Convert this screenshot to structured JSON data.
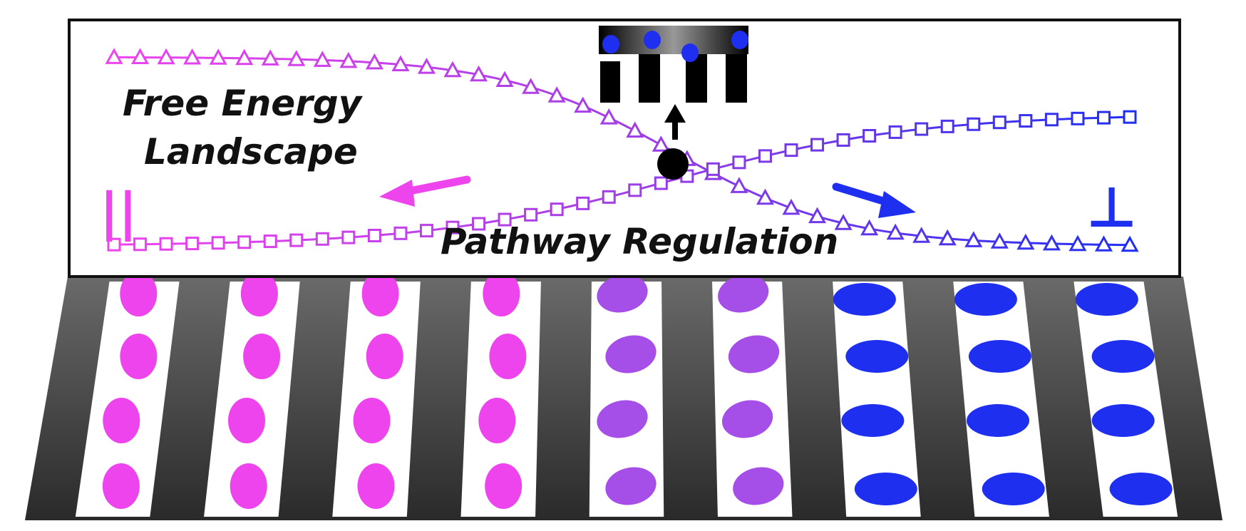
{
  "panel": {
    "title_line1": "Free Energy",
    "title_line2": "Landscape",
    "bottom_label": "Pathway Regulation",
    "left_symbol": "||",
    "right_symbol": "⊥"
  },
  "colors": {
    "parallel": "#ee44ee",
    "mid": "#a23ee6",
    "perpendicular": "#1f2ff0",
    "dark_stripe": "#3b3b3b",
    "lamella": "#ffffff"
  },
  "curves": [
    {
      "marker": "triangle",
      "trend": "descending",
      "from_state": "parallel",
      "to_state": "perpendicular"
    },
    {
      "marker": "square",
      "trend": "ascending",
      "from_state": "parallel",
      "to_state": "perpendicular"
    }
  ],
  "icons": [
    "left-arrow-icon",
    "right-arrow-icon",
    "up-arrow-icon",
    "transition-state-icon",
    "intermediate-structure-icon"
  ],
  "lamellae": [
    {
      "orientation": "parallel"
    },
    {
      "orientation": "parallel"
    },
    {
      "orientation": "parallel"
    },
    {
      "orientation": "parallel"
    },
    {
      "orientation": "mixed"
    },
    {
      "orientation": "mixed"
    },
    {
      "orientation": "perpendicular"
    },
    {
      "orientation": "perpendicular"
    },
    {
      "orientation": "perpendicular"
    }
  ]
}
